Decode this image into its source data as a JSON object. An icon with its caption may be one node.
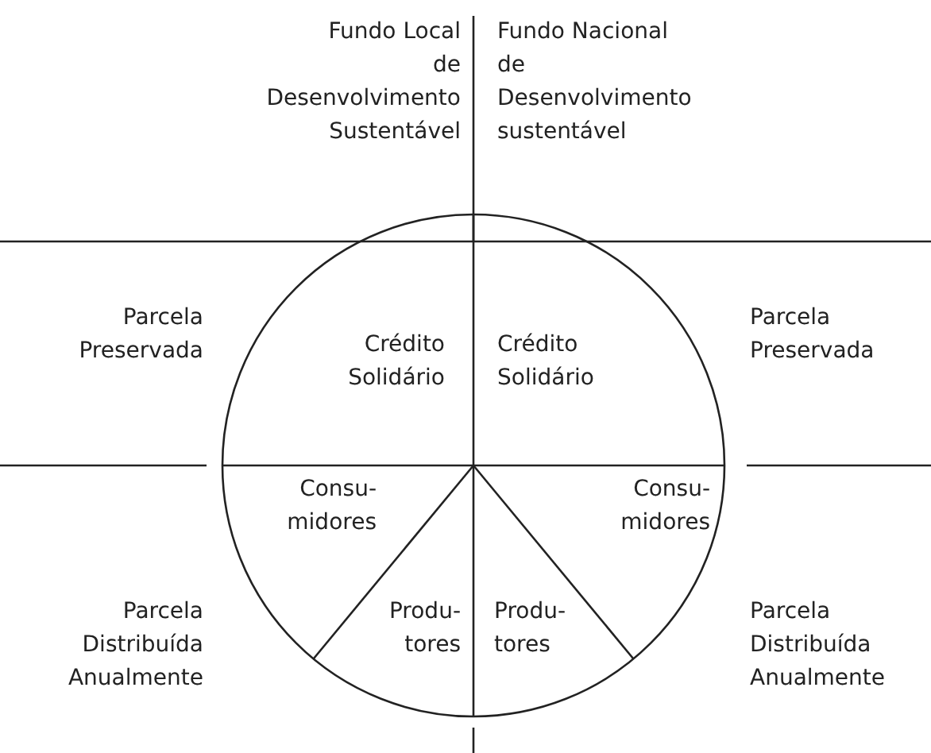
{
  "diagram": {
    "labels": [
      "Fundo Local de Desenvolvimento Sustentável",
      "Fundo Nacional de Desenvolvimento sustentável",
      "Parcela Preservada",
      "Crédito Solidário",
      "Crédito Solidário",
      "Parcela Preservada",
      "Consu- midores",
      "Consu- midores",
      "Produ- tores",
      "Produ- tores",
      "Parcela Distribuída Anualmente",
      "Parcela Distribuída Anualmente"
    ]
  }
}
